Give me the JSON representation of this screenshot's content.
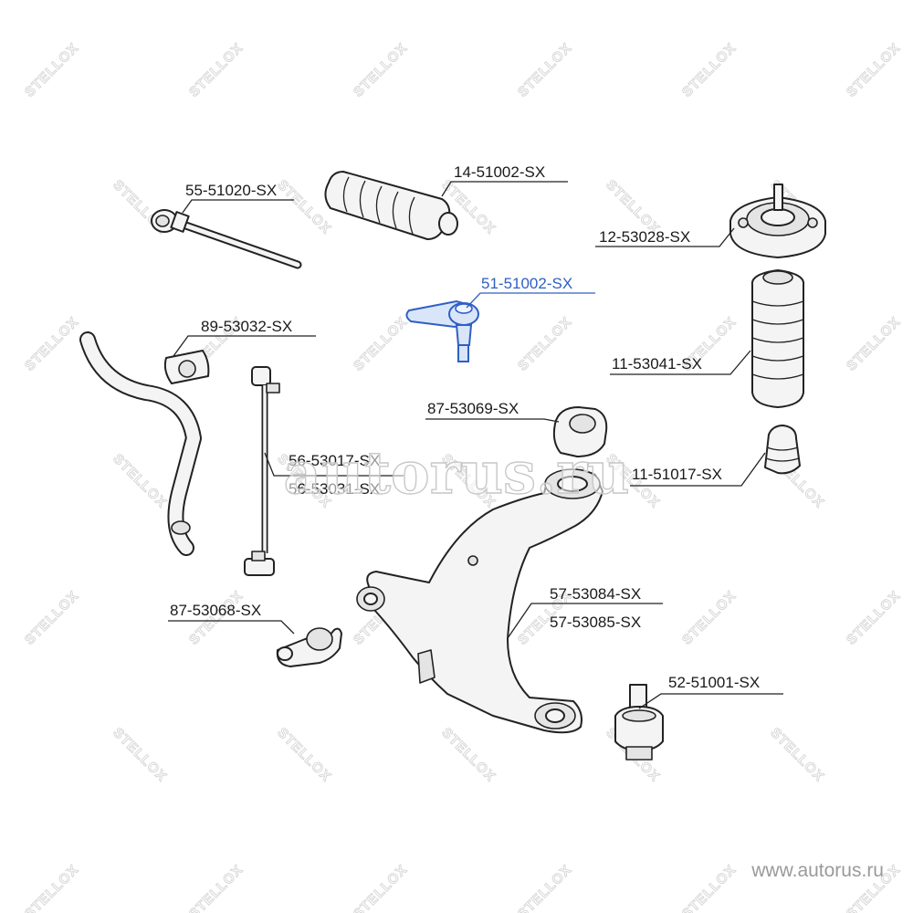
{
  "watermark": {
    "brand": "STELLOX",
    "site": "autorus.ru",
    "footer": "www.autorus.ru"
  },
  "colors": {
    "line": "#222222",
    "highlight": "#2f5fc4",
    "watermark": "#d8d8d8",
    "footer": "#9a9a9a"
  },
  "labels": {
    "tie_rod": "55-51020-SX",
    "boot": "14-51002-SX",
    "top_mount": "12-53028-SX",
    "tie_rod_end": "51-51002-SX",
    "stabilizer_bushing": "89-53032-SX",
    "dust_cover": "11-53041-SX",
    "arm_bushing_top": "87-53069-SX",
    "link_a": "56-53017-SX",
    "link_b": "56-53031-SX",
    "bump_stop": "11-51017-SX",
    "arm_left": "57-53084-SX",
    "arm_right": "57-53085-SX",
    "arm_bushing_rear": "87-53068-SX",
    "ball_joint": "52-51001-SX"
  },
  "highlighted": "51-51002-SX"
}
